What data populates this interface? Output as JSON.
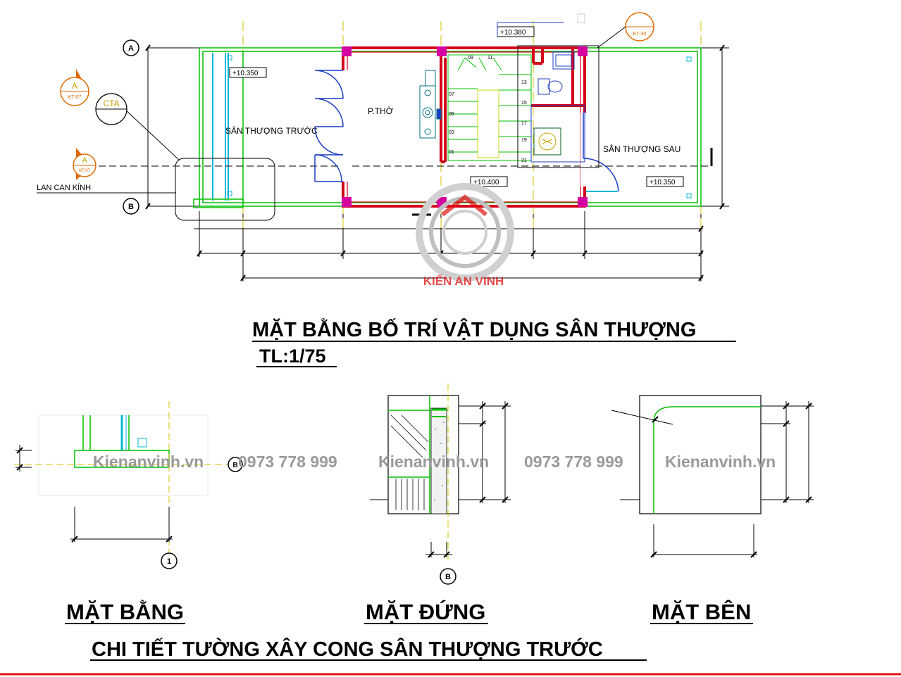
{
  "plan": {
    "title": "MẶT BẰNG BỐ TRÍ VẬT DỤNG SÂN THƯỢNG",
    "scale": "TL:1/75",
    "room_worship": "P.THỜ",
    "front_terrace": "SÂN THƯỢNG TRƯỚC",
    "rear_terrace": "SÂN THƯỢNG SAU",
    "railing": "LAN CAN KÍNH",
    "levels": {
      "front": "+10.350",
      "center": "+10.400",
      "rear": "+10.350",
      "wc": "+10.380"
    },
    "grid_a": "A",
    "grid_b": "B",
    "section_a": "A",
    "section_ref": "KT-07",
    "section_ref_2": "KT-30",
    "detail_cta": "CTA",
    "stair_numbers": [
      "09",
      "11",
      "07",
      "05",
      "03",
      "01",
      "13",
      "15",
      "17",
      "19",
      "21"
    ]
  },
  "details": {
    "plan_view": "MẶT BẰNG",
    "front_elevation": "MẶT ĐỨNG",
    "side_elevation": "MẶT BÊN",
    "section_title": "CHI TIẾT TƯỜNG XÂY CONG SÂN THƯỢNG TRƯỚC",
    "grid_1": "1",
    "grid_b": "B"
  },
  "watermark": {
    "brand": "KIẾN AN VINH",
    "site_1": "Kienanvinh.vn",
    "phone_1": "0973 778 999",
    "site_2": "Kienanvinh.vn",
    "phone_2": "0973 778 999",
    "site_3": "Kienanvinh.vn"
  },
  "colors": {
    "wall": "#d4001a",
    "column": "#d400a0",
    "line_green": "#00c000",
    "line_cyan": "#00b8d8",
    "accent_orange": "#e06a00",
    "logo_red": "#e01010"
  }
}
